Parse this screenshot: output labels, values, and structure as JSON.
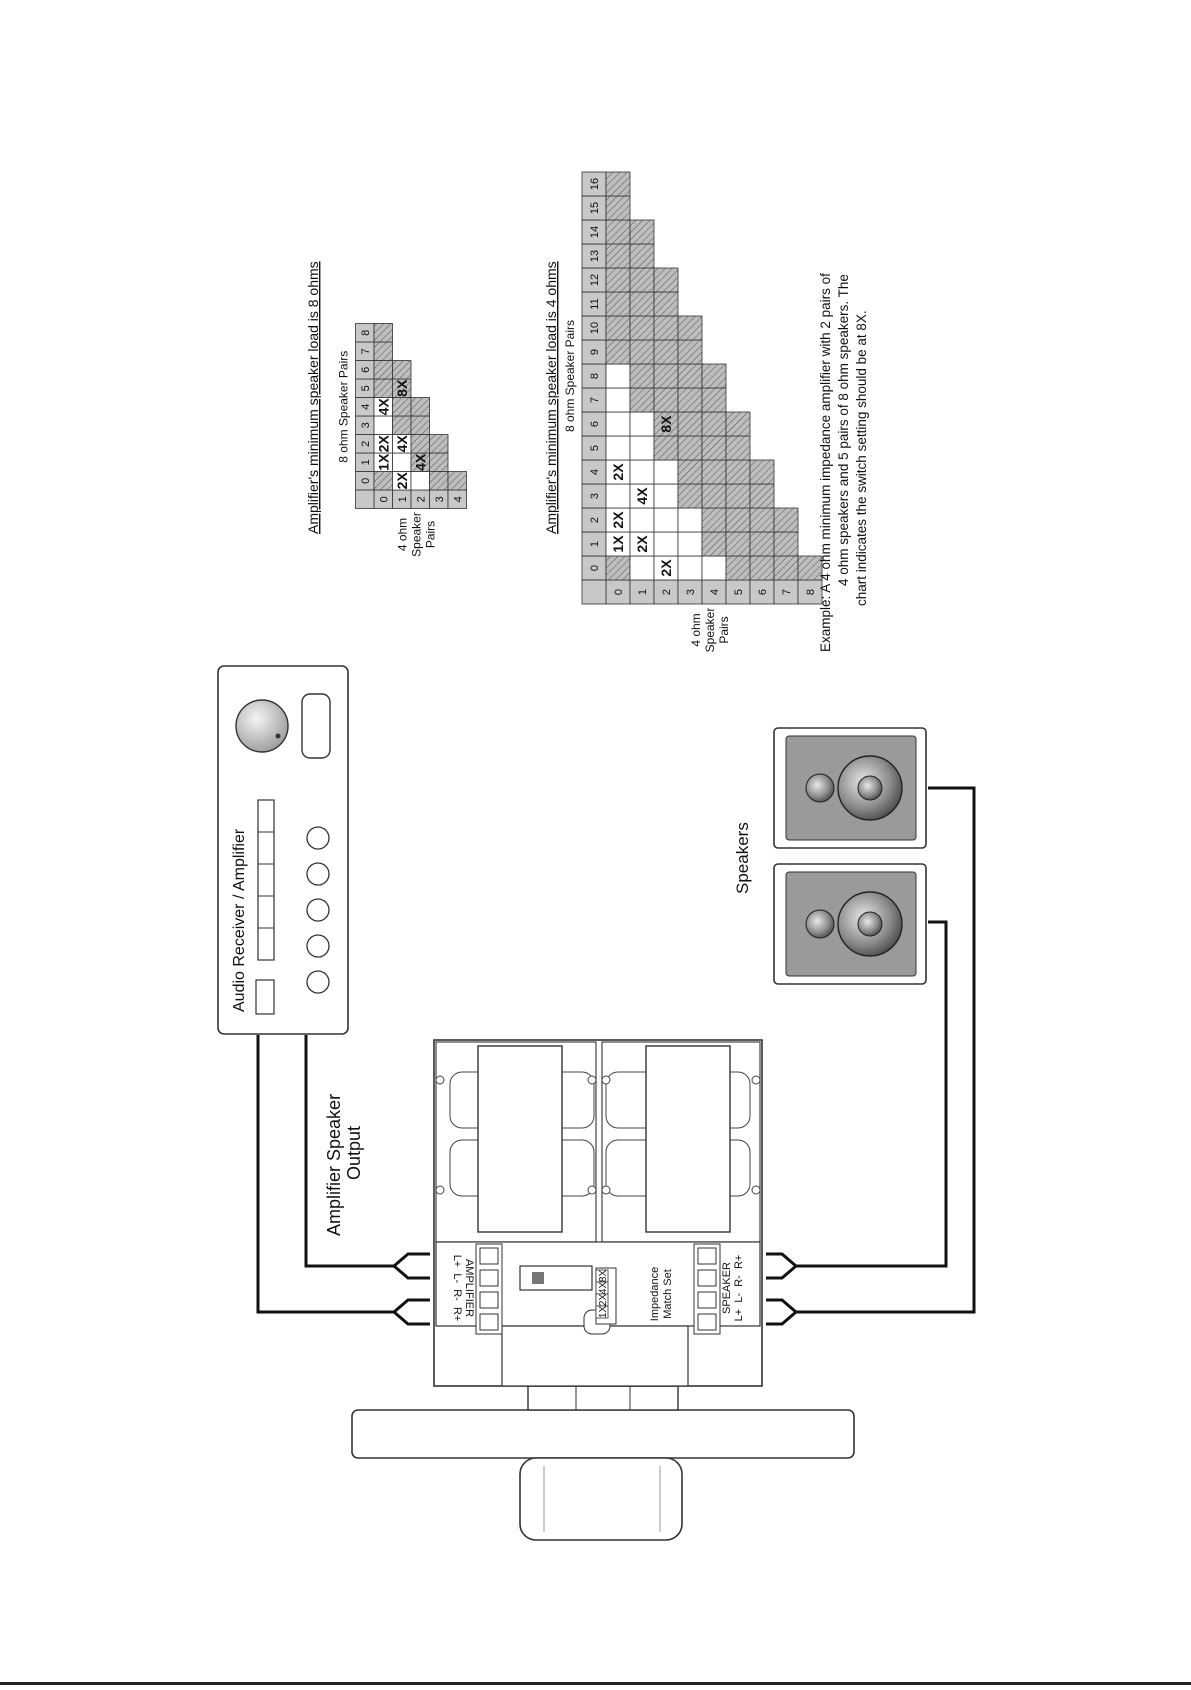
{
  "labels": {
    "receiver_title": "Audio Receiver / Amplifier",
    "amp_output_line1": "Amplifier Speaker",
    "amp_output_line2": "Output",
    "speakers": "Speakers",
    "amplifier_block": "AMPLIFIER",
    "amp_terminals": "L+  L-  R-  R+",
    "speaker_block": "SPEAKER",
    "speaker_terminals": "L+  L-  R-  R+",
    "impedance_line1": "Impedance",
    "impedance_line2": "Match Set",
    "switch_settings": [
      "8X",
      "4X",
      "2X",
      "1X"
    ]
  },
  "chart8": {
    "title": "Amplifier's minimum speaker load is 8 ohms",
    "col_header": "8 ohm Speaker Pairs",
    "row_header": [
      "4 ohm",
      "Speaker",
      "Pairs"
    ],
    "rows": 5,
    "cols": 9,
    "white_cells": [
      [
        0,
        1
      ],
      [
        0,
        2
      ],
      [
        0,
        3
      ],
      [
        0,
        4
      ],
      [
        1,
        0
      ],
      [
        1,
        1
      ],
      [
        1,
        2
      ],
      [
        2,
        0
      ]
    ],
    "marks": [
      {
        "r": 0,
        "c": 1,
        "t": "1X"
      },
      {
        "r": 0,
        "c": 2,
        "t": "2X"
      },
      {
        "r": 0,
        "c": 4,
        "t": "4X"
      },
      {
        "r": 1,
        "c": 0,
        "t": "2X"
      },
      {
        "r": 1,
        "c": 2,
        "t": "4X"
      },
      {
        "r": 1,
        "c": 5,
        "t": "8X"
      },
      {
        "r": 2,
        "c": 1,
        "t": "4X"
      }
    ]
  },
  "chart4": {
    "title": "Amplifier's minimum speaker load is 4 ohms",
    "col_header": "8 ohm Speaker Pairs",
    "row_header": [
      "4 ohm",
      "Speaker",
      "Pairs"
    ],
    "rows": 9,
    "cols": 17,
    "white_cells": [
      [
        0,
        1
      ],
      [
        0,
        2
      ],
      [
        0,
        3
      ],
      [
        0,
        4
      ],
      [
        0,
        5
      ],
      [
        0,
        6
      ],
      [
        0,
        7
      ],
      [
        0,
        8
      ],
      [
        1,
        0
      ],
      [
        1,
        1
      ],
      [
        1,
        2
      ],
      [
        1,
        3
      ],
      [
        1,
        4
      ],
      [
        1,
        5
      ],
      [
        1,
        6
      ],
      [
        2,
        0
      ],
      [
        2,
        1
      ],
      [
        2,
        2
      ],
      [
        2,
        3
      ],
      [
        2,
        4
      ],
      [
        3,
        0
      ],
      [
        3,
        1
      ],
      [
        3,
        2
      ],
      [
        4,
        0
      ]
    ],
    "marks": [
      {
        "r": 0,
        "c": 1,
        "t": "1X"
      },
      {
        "r": 0,
        "c": 2,
        "t": "2X"
      },
      {
        "r": 0,
        "c": 4,
        "t": "2X"
      },
      {
        "r": 1,
        "c": 1,
        "t": "2X"
      },
      {
        "r": 1,
        "c": 3,
        "t": "4X"
      },
      {
        "r": 2,
        "c": 0,
        "t": "2X"
      },
      {
        "r": 2,
        "c": 6,
        "t": "8X"
      }
    ]
  },
  "example": [
    "Example: A 4 ohm minimum impedance amplifier with 2 pairs of",
    "4 ohm speakers and 5 pairs of 8 ohm speakers. The",
    "chart indicates the switch setting should be at 8X."
  ]
}
